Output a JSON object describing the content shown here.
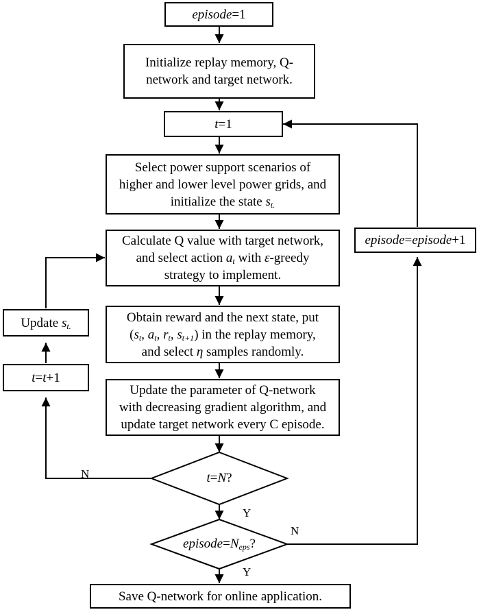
{
  "nodes": {
    "episode_init": {
      "lines": [
        [
          {
            "t": "episode",
            "i": true
          },
          {
            "t": "=1"
          }
        ]
      ]
    },
    "initialize": {
      "lines": [
        [
          {
            "t": "Initialize replay memory, Q-"
          }
        ],
        [
          {
            "t": "network and target network."
          }
        ]
      ]
    },
    "t_init": {
      "lines": [
        [
          {
            "t": "t",
            "i": true
          },
          {
            "t": "=1"
          }
        ]
      ]
    },
    "select_scenarios": {
      "lines": [
        [
          {
            "t": "Select power support scenarios of"
          }
        ],
        [
          {
            "t": "higher and lower level power grids, and"
          }
        ],
        [
          {
            "t": "initialize the state "
          },
          {
            "t": "s",
            "i": true
          },
          {
            "t": "t.",
            "sub": true,
            "i": true
          }
        ]
      ]
    },
    "calculate_q": {
      "lines": [
        [
          {
            "t": "Calculate Q value with target network,"
          }
        ],
        [
          {
            "t": "and select action "
          },
          {
            "t": "a",
            "i": true
          },
          {
            "t": "t",
            "sub": true,
            "i": true
          },
          {
            "t": " with "
          },
          {
            "t": "ε",
            "i": true
          },
          {
            "t": "-greedy"
          }
        ],
        [
          {
            "t": "strategy to implement."
          }
        ]
      ]
    },
    "obtain_reward": {
      "lines": [
        [
          {
            "t": "Obtain reward and the next state,  put"
          }
        ],
        [
          {
            "t": "("
          },
          {
            "t": "s",
            "i": true
          },
          {
            "t": "t",
            "sub": true,
            "i": true
          },
          {
            "t": ", "
          },
          {
            "t": "a",
            "i": true
          },
          {
            "t": "t",
            "sub": true,
            "i": true
          },
          {
            "t": ", "
          },
          {
            "t": "r",
            "i": true
          },
          {
            "t": "t",
            "sub": true,
            "i": true
          },
          {
            "t": ", "
          },
          {
            "t": "s",
            "i": true
          },
          {
            "t": "t+1",
            "sub": true,
            "i": true
          },
          {
            "t": ") in the replay memory,"
          }
        ],
        [
          {
            "t": "and select "
          },
          {
            "t": "η",
            "i": true
          },
          {
            "t": " samples randomly."
          }
        ]
      ]
    },
    "update_param": {
      "lines": [
        [
          {
            "t": "Update the parameter of Q-network"
          }
        ],
        [
          {
            "t": "with decreasing gradient algorithm, and"
          }
        ],
        [
          {
            "t": "update target network every C episode."
          }
        ]
      ]
    },
    "decision_t": {
      "lines": [
        [
          {
            "t": "t",
            "i": true
          },
          {
            "t": "="
          },
          {
            "t": "N",
            "i": true
          },
          {
            "t": "?"
          }
        ]
      ]
    },
    "decision_episode": {
      "lines": [
        [
          {
            "t": "episode",
            "i": true
          },
          {
            "t": "="
          },
          {
            "t": "N",
            "i": true
          },
          {
            "t": "eps",
            "sub": true,
            "i": true
          },
          {
            "t": "?"
          }
        ]
      ]
    },
    "save": {
      "lines": [
        [
          {
            "t": "Save Q-network for online application."
          }
        ]
      ]
    },
    "update_s": {
      "lines": [
        [
          {
            "t": "Update "
          },
          {
            "t": "s",
            "i": true
          },
          {
            "t": "t.",
            "sub": true,
            "i": true
          }
        ]
      ]
    },
    "t_increment": {
      "lines": [
        [
          {
            "t": "t",
            "i": true
          },
          {
            "t": "="
          },
          {
            "t": "t",
            "i": true
          },
          {
            "t": "+1"
          }
        ]
      ]
    },
    "episode_increment": {
      "lines": [
        [
          {
            "t": "episode",
            "i": true
          },
          {
            "t": "="
          },
          {
            "t": "episode",
            "i": true
          },
          {
            "t": "+1"
          }
        ]
      ]
    }
  },
  "edge_labels": {
    "t_no": "N",
    "t_yes": "Y",
    "episode_no": "N",
    "episode_yes": "Y"
  }
}
